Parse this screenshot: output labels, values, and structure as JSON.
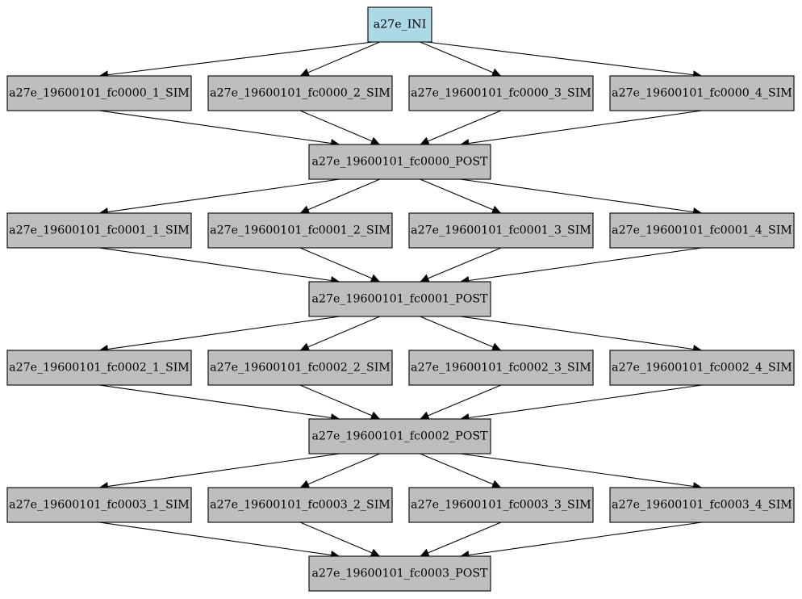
{
  "colors": {
    "ini_fill": "#add8e6",
    "node_fill": "#bebebe",
    "stroke": "#000000",
    "background": "#ffffff"
  },
  "nodes": {
    "ini": "a27e_INI",
    "fc0000_sim1": "a27e_19600101_fc0000_1_SIM",
    "fc0000_sim2": "a27e_19600101_fc0000_2_SIM",
    "fc0000_sim3": "a27e_19600101_fc0000_3_SIM",
    "fc0000_sim4": "a27e_19600101_fc0000_4_SIM",
    "fc0000_post": "a27e_19600101_fc0000_POST",
    "fc0001_sim1": "a27e_19600101_fc0001_1_SIM",
    "fc0001_sim2": "a27e_19600101_fc0001_2_SIM",
    "fc0001_sim3": "a27e_19600101_fc0001_3_SIM",
    "fc0001_sim4": "a27e_19600101_fc0001_4_SIM",
    "fc0001_post": "a27e_19600101_fc0001_POST",
    "fc0002_sim1": "a27e_19600101_fc0002_1_SIM",
    "fc0002_sim2": "a27e_19600101_fc0002_2_SIM",
    "fc0002_sim3": "a27e_19600101_fc0002_3_SIM",
    "fc0002_sim4": "a27e_19600101_fc0002_4_SIM",
    "fc0002_post": "a27e_19600101_fc0002_POST",
    "fc0003_sim1": "a27e_19600101_fc0003_1_SIM",
    "fc0003_sim2": "a27e_19600101_fc0003_2_SIM",
    "fc0003_sim3": "a27e_19600101_fc0003_3_SIM",
    "fc0003_sim4": "a27e_19600101_fc0003_4_SIM",
    "fc0003_post": "a27e_19600101_fc0003_POST"
  },
  "edges": [
    [
      "ini",
      "fc0000_sim1"
    ],
    [
      "ini",
      "fc0000_sim2"
    ],
    [
      "ini",
      "fc0000_sim3"
    ],
    [
      "ini",
      "fc0000_sim4"
    ],
    [
      "fc0000_sim1",
      "fc0000_post"
    ],
    [
      "fc0000_sim2",
      "fc0000_post"
    ],
    [
      "fc0000_sim3",
      "fc0000_post"
    ],
    [
      "fc0000_sim4",
      "fc0000_post"
    ],
    [
      "fc0000_post",
      "fc0001_sim1"
    ],
    [
      "fc0000_post",
      "fc0001_sim2"
    ],
    [
      "fc0000_post",
      "fc0001_sim3"
    ],
    [
      "fc0000_post",
      "fc0001_sim4"
    ],
    [
      "fc0001_sim1",
      "fc0001_post"
    ],
    [
      "fc0001_sim2",
      "fc0001_post"
    ],
    [
      "fc0001_sim3",
      "fc0001_post"
    ],
    [
      "fc0001_sim4",
      "fc0001_post"
    ],
    [
      "fc0001_post",
      "fc0002_sim1"
    ],
    [
      "fc0001_post",
      "fc0002_sim2"
    ],
    [
      "fc0001_post",
      "fc0002_sim3"
    ],
    [
      "fc0001_post",
      "fc0002_sim4"
    ],
    [
      "fc0002_sim1",
      "fc0002_post"
    ],
    [
      "fc0002_sim2",
      "fc0002_post"
    ],
    [
      "fc0002_sim3",
      "fc0002_post"
    ],
    [
      "fc0002_sim4",
      "fc0002_post"
    ],
    [
      "fc0002_post",
      "fc0003_sim1"
    ],
    [
      "fc0002_post",
      "fc0003_sim2"
    ],
    [
      "fc0002_post",
      "fc0003_sim3"
    ],
    [
      "fc0002_post",
      "fc0003_sim4"
    ],
    [
      "fc0003_sim1",
      "fc0003_post"
    ],
    [
      "fc0003_sim2",
      "fc0003_post"
    ],
    [
      "fc0003_sim3",
      "fc0003_post"
    ],
    [
      "fc0003_sim4",
      "fc0003_post"
    ]
  ]
}
